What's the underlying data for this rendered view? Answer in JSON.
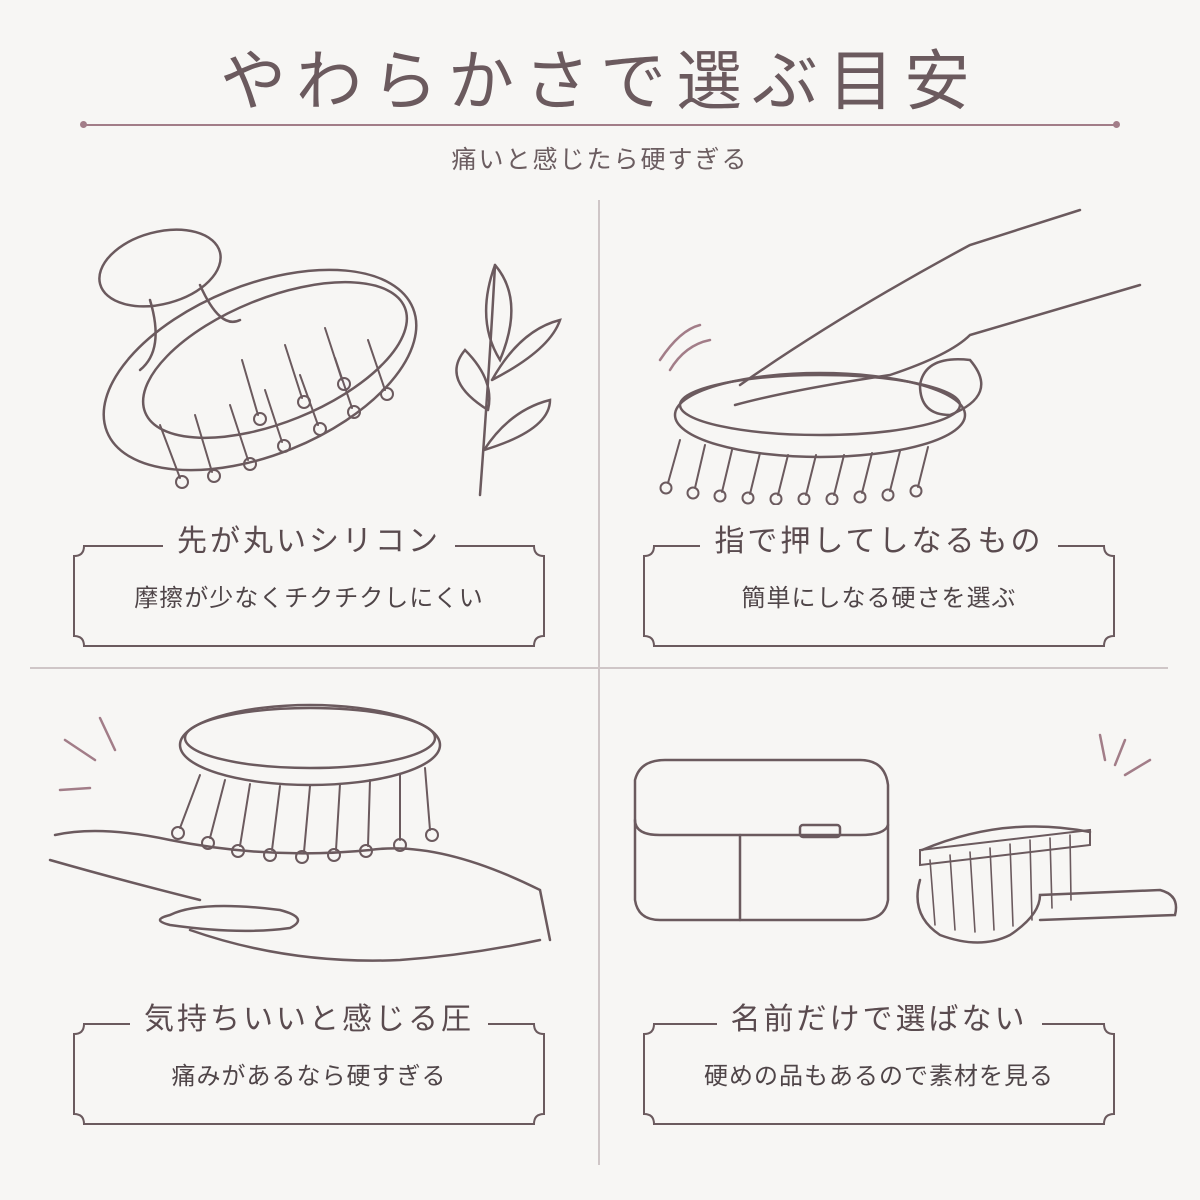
{
  "title": "やわらかさで選ぶ目安",
  "subtitle": "痛いと感じたら硬すぎる",
  "panels": [
    {
      "heading": "先が丸いシリコン",
      "text": "摩擦が少なくチクチクしにくい"
    },
    {
      "heading": "指で押してしなるもの",
      "text": "簡単にしなる硬さを選ぶ"
    },
    {
      "heading": "気持ちいいと感じる圧",
      "text": "痛みがあるなら硬すぎる"
    },
    {
      "heading": "名前だけで選ばない",
      "text": "硬めの品もあるので素材を見る"
    }
  ],
  "colors": {
    "accent": "#a27d88",
    "line": "#6b5a5e",
    "background": "#f7f6f4"
  }
}
